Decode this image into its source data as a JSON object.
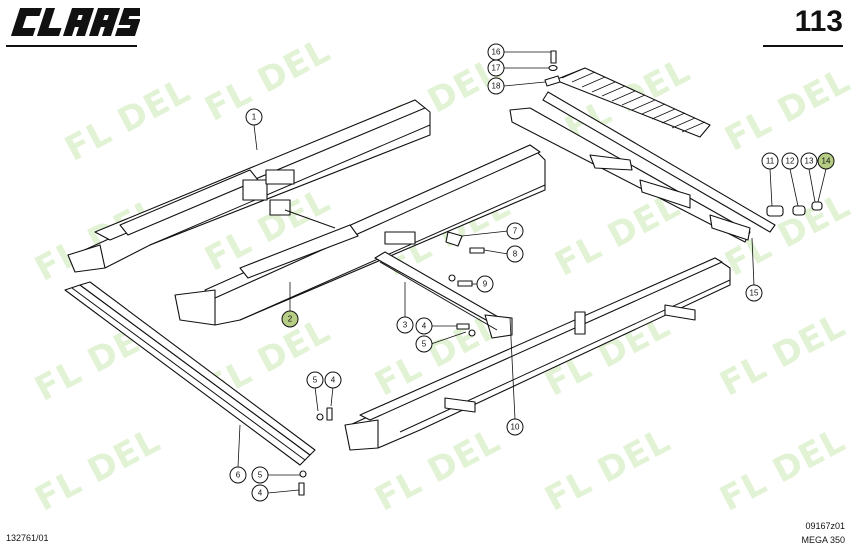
{
  "brand": {
    "logo_text": "CLAAS"
  },
  "header": {
    "page_number": "113"
  },
  "footer": {
    "ref_left": "132761/01",
    "ref_right": "09167z01",
    "model": "MEGA 350"
  },
  "watermark": {
    "text": "FL DEL",
    "color": "#78c83c"
  },
  "highlight_color": "#b5cd84",
  "callouts": [
    {
      "id": "c1",
      "label": "1",
      "highlighted": false
    },
    {
      "id": "c2",
      "label": "2",
      "highlighted": true
    },
    {
      "id": "c3",
      "label": "3",
      "highlighted": false
    },
    {
      "id": "c4a",
      "label": "4",
      "highlighted": false
    },
    {
      "id": "c5a",
      "label": "5",
      "highlighted": false
    },
    {
      "id": "c5b",
      "label": "5",
      "highlighted": false
    },
    {
      "id": "c4b",
      "label": "4",
      "highlighted": false
    },
    {
      "id": "c6",
      "label": "6",
      "highlighted": false
    },
    {
      "id": "c5c",
      "label": "5",
      "highlighted": false
    },
    {
      "id": "c4c",
      "label": "4",
      "highlighted": false
    },
    {
      "id": "c7",
      "label": "7",
      "highlighted": false
    },
    {
      "id": "c8",
      "label": "8",
      "highlighted": false
    },
    {
      "id": "c9",
      "label": "9",
      "highlighted": false
    },
    {
      "id": "c10",
      "label": "10",
      "highlighted": false
    },
    {
      "id": "c11",
      "label": "11",
      "highlighted": false
    },
    {
      "id": "c12",
      "label": "12",
      "highlighted": false
    },
    {
      "id": "c13",
      "label": "13",
      "highlighted": false
    },
    {
      "id": "c14",
      "label": "14",
      "highlighted": true
    },
    {
      "id": "c15",
      "label": "15",
      "highlighted": false
    },
    {
      "id": "c16",
      "label": "16",
      "highlighted": false
    },
    {
      "id": "c17",
      "label": "17",
      "highlighted": false
    },
    {
      "id": "c18",
      "label": "18",
      "highlighted": false
    }
  ]
}
